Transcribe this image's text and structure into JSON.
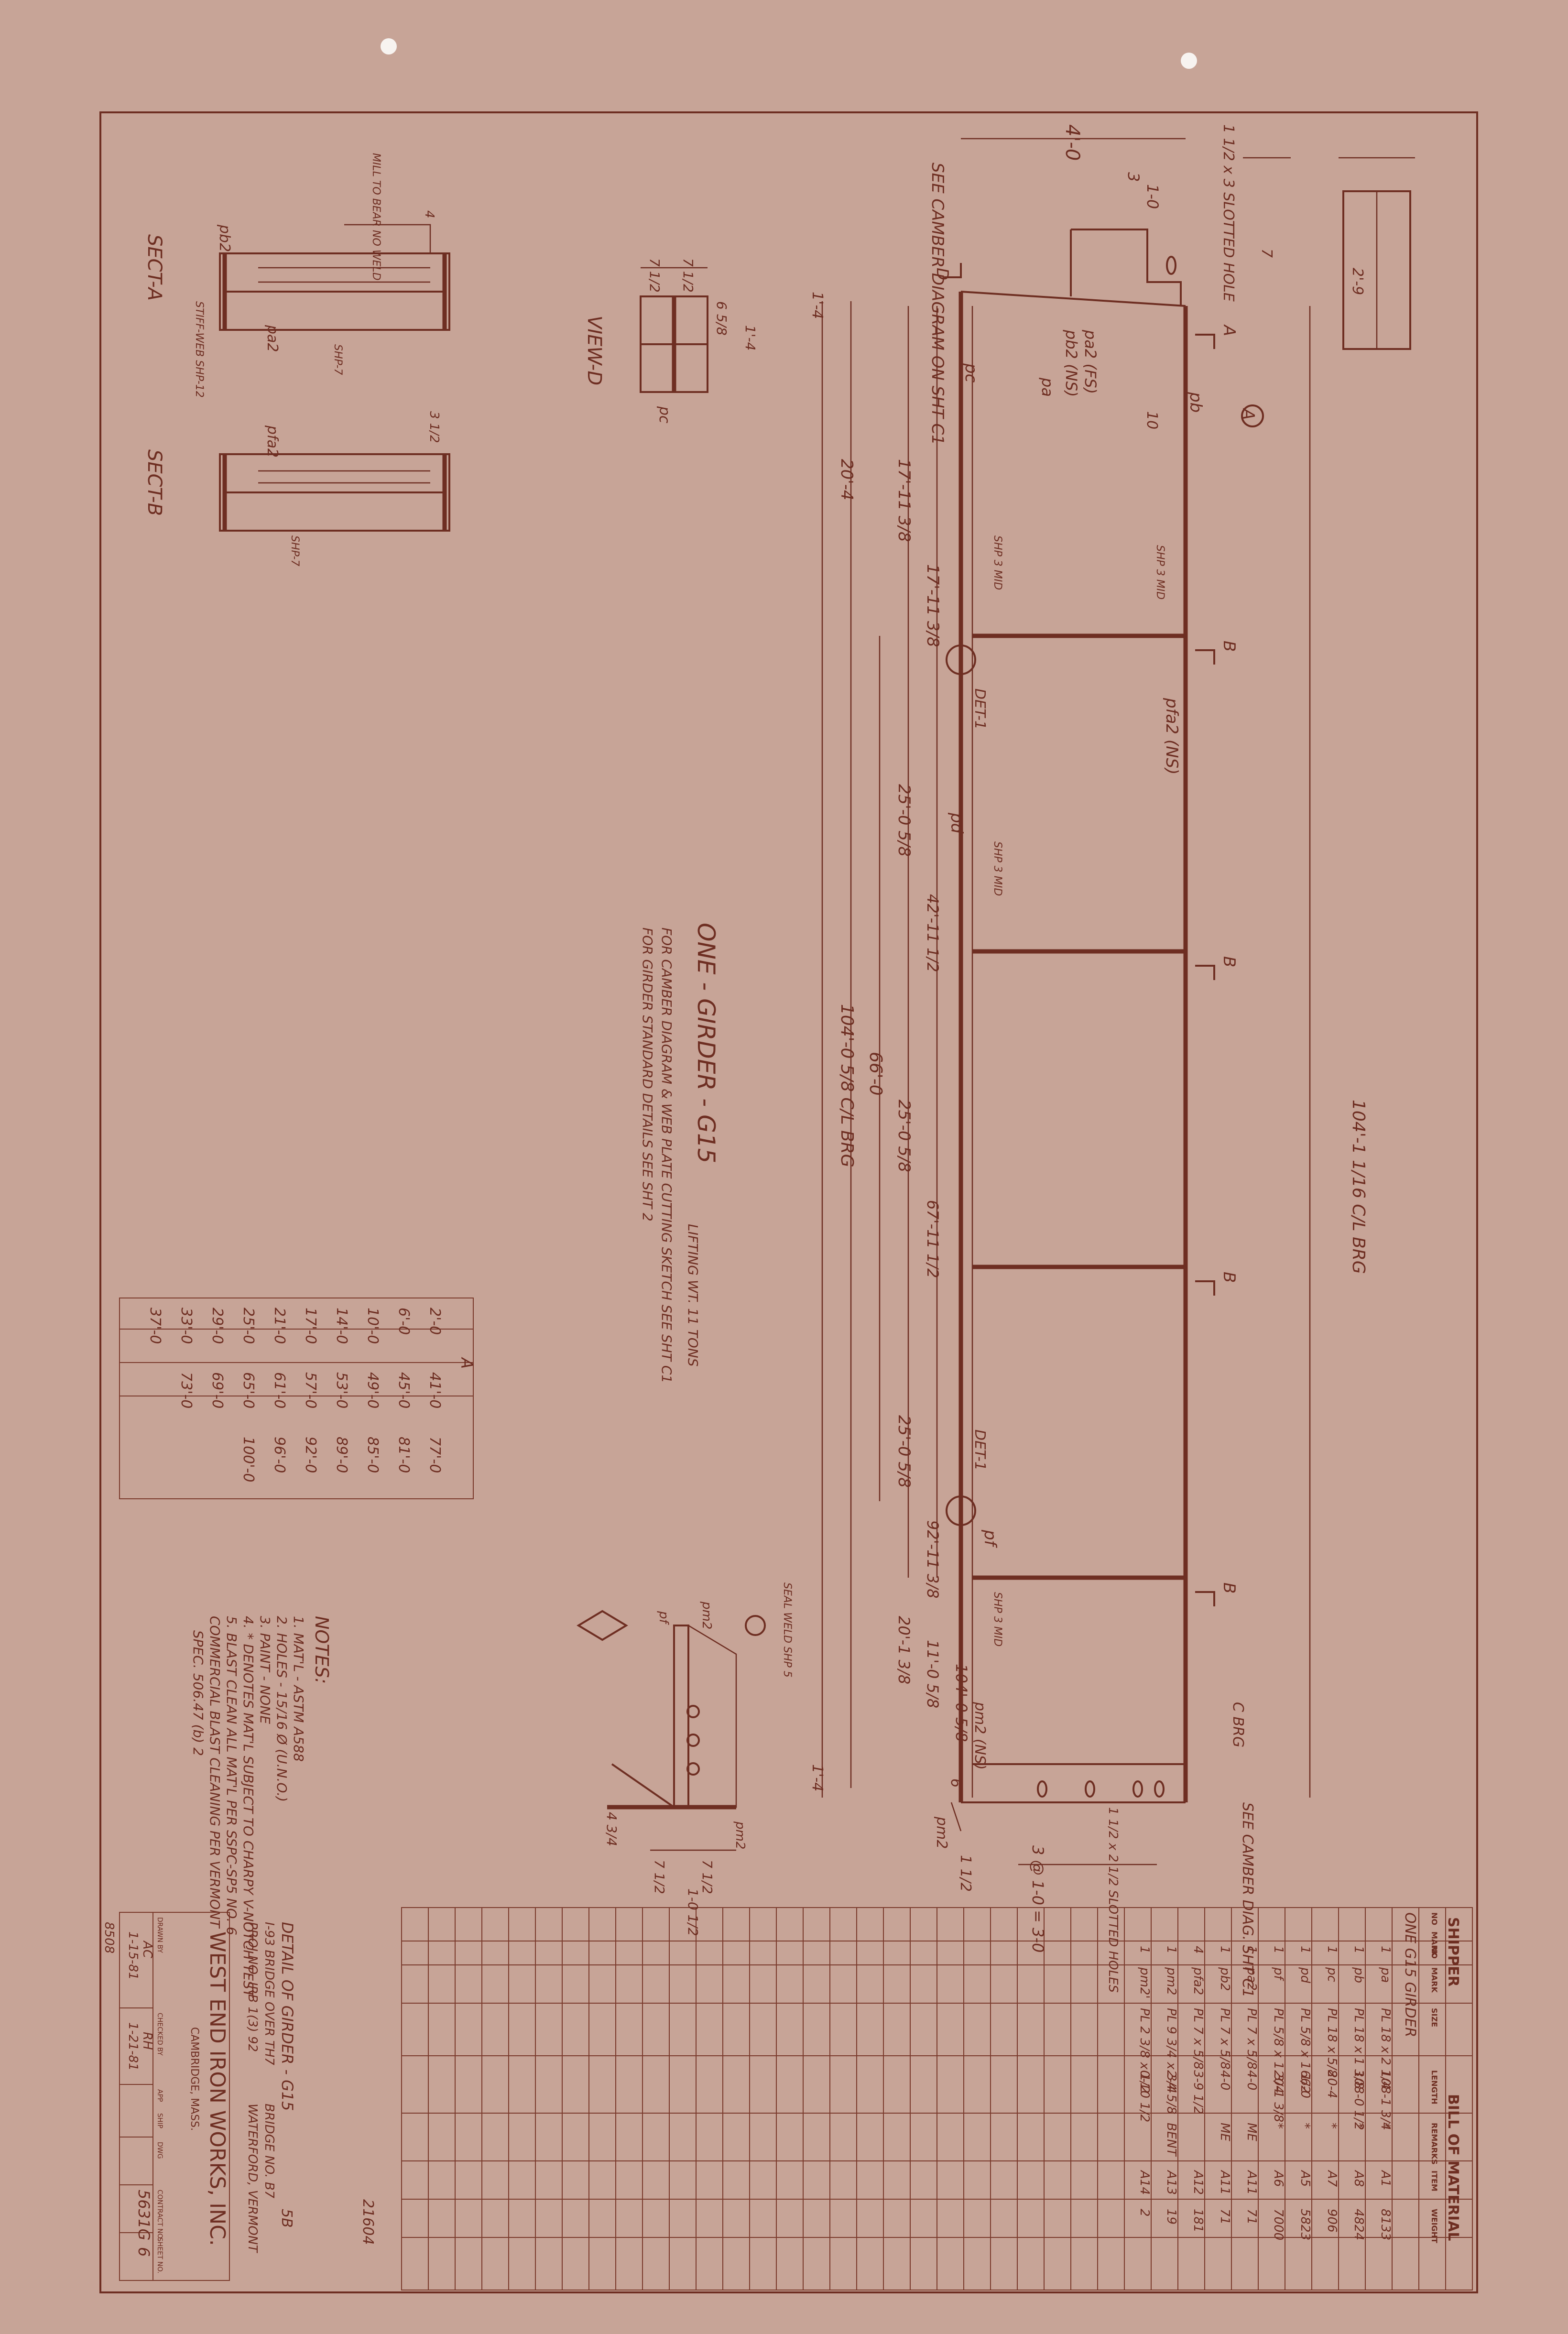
{
  "drawing": {
    "title": "ONE - GIRDER - G15",
    "lifting_weight": "LIFTING WT. 11 TONS",
    "camber_note": "FOR CAMBER DIAGRAM & WEB PLATE CUTTING SKETCH SEE SHT C1",
    "standard_note": "FOR GIRDER STANDARD DETAILS SEE SHT 2",
    "see_camber_top": "SEE CAMBER DIAGRAM ON SHT C1",
    "see_camber_bottom": "SEE CAMBER DIAG. SHT C1",
    "dimensions": {
      "top_width": "4'-0",
      "top_1": "3",
      "top_2": "1-0",
      "overall_length": "104'-1 1/16 C/L BRG",
      "span_total": "104'-0 5/8 C/L BRG",
      "span_66": "66'-0",
      "panel_1": "25'-0 5/8",
      "panel_2": "25'-0 5/8",
      "panel_3": "25'-0 5/8",
      "stiffener_1": "17'-11 3/8",
      "stiffener_1b": "17'-11 3/8",
      "stiffener_2": "42'-11 1/2",
      "stiffener_3": "67'-11 1/2",
      "stiffener_4": "92'-11 3/8",
      "end_20_4a": "20'-4",
      "end_20_4b": "20'-1 3/8",
      "end_11": "11'-0 5/8",
      "end_104": "104'-0 5/8",
      "end_bolts": "3 @ 1-0 = 3-0",
      "end_slotted": "1 1/2 x 2 1/2 SLOTTED HOLES",
      "top_slotted": "1 1/2 x 3 SLOTTED HOLE",
      "dim_1_4": "1'-4",
      "dim_1_4b": "1'-4",
      "dim_2_9": "2'-9",
      "dim_10": "10",
      "dim_7": "7",
      "dim_6": "6",
      "dim_1_06": "1-0 1/2",
      "dim_7half": "7 1/2",
      "dim_4_3_4": "4 3/4",
      "dim_1_2": "1 1/2"
    },
    "marks": {
      "pa2": "pa2 (FS)",
      "pb2": "pb2 (NS)",
      "pb": "pb",
      "pc": "pc",
      "pd": "pd",
      "pf": "pf",
      "pfa2": "pfa2 (NS)",
      "pm2": "pm2",
      "pm2ns": "pm2 (NS)",
      "det1": "DET-1",
      "bl": "C BRG",
      "a": "A",
      "b": "B",
      "d": "D",
      "shp": "SHP 3 MID",
      "seal": "SEAL WELD SHP 5"
    },
    "section_a": {
      "title": "SECT-A",
      "mark_top": "pb2",
      "mark_bot": "pa2",
      "note": "MILL TO BEAR NO WELD",
      "dim": "4",
      "weld": "SHP-7",
      "stiff": "STIFF-WEB SHP-12"
    },
    "section_b": {
      "title": "SECT-B",
      "mark_top": "pfa2",
      "weld": "SHP-7",
      "dim": "3 1/2"
    },
    "view_d": {
      "title": "VIEW-D",
      "dims": [
        "7 1/2",
        "7 1/2",
        "6 5/8",
        "1'-4"
      ],
      "mark": "pc"
    }
  },
  "camber_table": {
    "header": "A",
    "rows": [
      [
        "2'-0",
        "41'-0",
        "77'-0"
      ],
      [
        "6'-0",
        "45'-0",
        "81'-0"
      ],
      [
        "10'-0",
        "49'-0",
        "85'-0"
      ],
      [
        "14'-0",
        "53'-0",
        "89'-0"
      ],
      [
        "17'-0",
        "57'-0",
        "92'-0"
      ],
      [
        "21'-0",
        "61'-0",
        "96'-0"
      ],
      [
        "25'-0",
        "65'-0",
        "100'-0"
      ],
      [
        "29'-0",
        "69'-0",
        ""
      ],
      [
        "33'-0",
        "73'-0",
        ""
      ],
      [
        "37'-0",
        "",
        ""
      ]
    ]
  },
  "notes": {
    "heading": "NOTES:",
    "items": [
      "1. MAT'L - ASTM A588",
      "2. HOLES - 15/16 Ø (U.N.O.)",
      "3. PAINT - NONE",
      "4. * DENOTES MAT'L SUBJECT TO CHARPY V-NOTCH TEST",
      "5. BLAST CLEAN ALL MAT'L PER SSPC-SP5 NO. 6",
      "COMMERCIAL BLAST CLEANING PER VERMONT",
      "SPEC. 506.47 (b) 2"
    ]
  },
  "bill": {
    "title": "BILL OF MATERIAL",
    "shipper_header": "SHIPPER",
    "columns": [
      "NO",
      "MARK",
      "NO",
      "MARK",
      "SIZE",
      "LENGTH",
      "REMARKS",
      "ITEM",
      "WEIGHT"
    ],
    "group": "ONE G15 GIRDER",
    "rows": [
      [
        "1",
        "pa",
        "PL 18 x 2 1/4",
        "108-1 3/4",
        "*",
        "A1",
        "8133"
      ],
      [
        "1",
        "pb",
        "PL 18 x 1 3/8",
        "108-0 1/2",
        "*",
        "A8",
        "4824"
      ],
      [
        "1",
        "pc",
        "PL 18 x 5/8",
        "20-4",
        "*",
        "A7",
        "906"
      ],
      [
        "1",
        "pd",
        "PL 5/8 x 1 1/2",
        "66-0",
        "*",
        "A5",
        "5823"
      ],
      [
        "1",
        "pf",
        "PL 5/8 x 1 3/4",
        "20-1 3/8",
        "*",
        "A6",
        "7000"
      ],
      [
        "1",
        "pa2",
        "PL 7 x 5/8",
        "4-0",
        "ME",
        "A11",
        "71"
      ],
      [
        "1",
        "pb2",
        "PL 7 x 5/8",
        "4-0",
        "ME",
        "A11",
        "71"
      ],
      [
        "4",
        "pfa2",
        "PL 7 x 5/8",
        "3-9 1/2",
        "",
        "A12",
        "181"
      ],
      [
        "1",
        "pm2",
        "PL 9 3/4 x 3/4",
        "2-4 5/8",
        "BENT",
        "A13",
        "19"
      ],
      [
        "1",
        "pm2'",
        "PL 2 3/8 x 1/2",
        "0-10 1/2",
        "",
        "A14",
        "2"
      ]
    ]
  },
  "title_block": {
    "detail_title": "DETAIL OF GIRDER - G15",
    "sheet_ref": "5B",
    "bridge": "BRIDGE NO. B7",
    "project": "PROJ NO. IRB 1(3) 92",
    "town": "WATERFORD, VERMONT",
    "br_line": "I-93 BRIDGE OVER TH7",
    "company": "WEST END IRON WORKS, INC.",
    "city": "CAMBRIDGE, MASS.",
    "drawn_label": "DRAWN BY",
    "checked_label": "CHECKED BY",
    "appd_label": "APP",
    "ship_label": "SHIP",
    "dwg_label": "DWG",
    "contract_label": "CONTRACT NO.",
    "sheet_label": "SHEET NO.",
    "drawn": "AC",
    "drawn_date": "1-15-81",
    "checked": "RH",
    "checked_date": "1-21-81",
    "contract": "5631G",
    "sheet": "6",
    "stamp": "8508",
    "corner_id": "21604"
  }
}
